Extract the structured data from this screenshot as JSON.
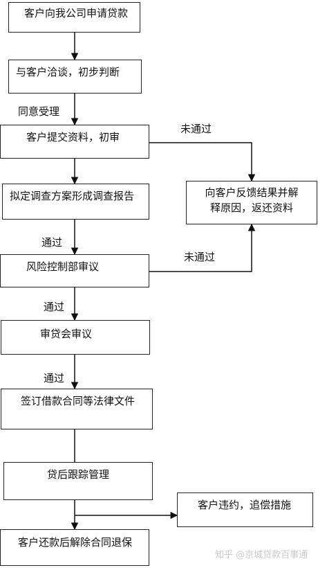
{
  "steps": {
    "apply": "客户向我公司申请贷款",
    "consult": "与客户洽谈，初步判断",
    "submit": "客户提交资料，初审",
    "survey": "拟定调查方案形成调查报告",
    "risk": "风险控制部审议",
    "committee": "审贷会审议",
    "contract": "签订借款合同等法律文件",
    "post_loan": "贷后跟踪管理",
    "repay": "客户还款后解除合同退保"
  },
  "side": {
    "feedback_line1": "向客户反馈结果并解",
    "feedback_line2": "释原因，返还资料",
    "default": "客户违约，追偿措施"
  },
  "labels": {
    "accept": "同意受理",
    "fail_1": "未通过",
    "fail_2": "未通过",
    "pass_1": "通过",
    "pass_2": "通过",
    "pass_3": "通过"
  },
  "watermark": "知乎 @京城贷款百事通"
}
